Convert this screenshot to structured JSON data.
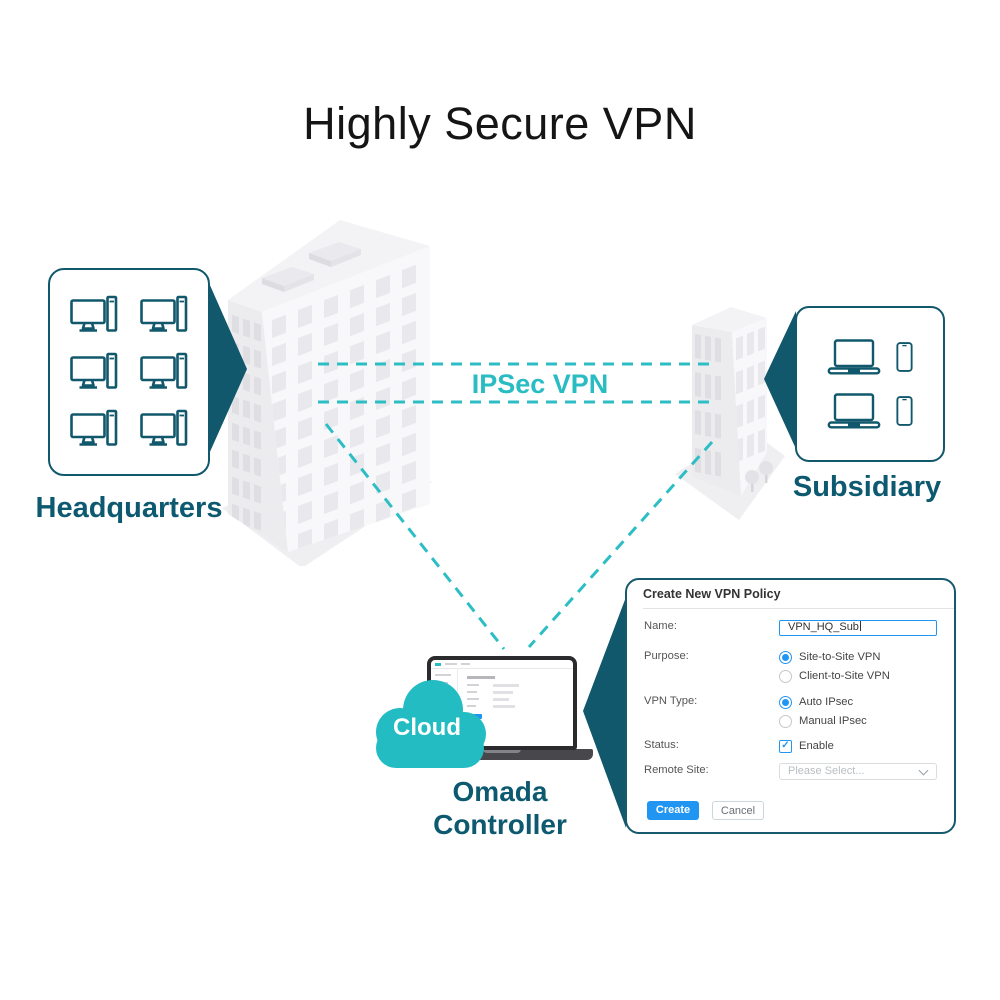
{
  "title": "Highly Secure VPN",
  "colors": {
    "accent_teal": "#23bcc3",
    "dark_teal": "#11586c",
    "form_blue": "#2095f2"
  },
  "headquarters": {
    "label": "Headquarters",
    "device_icon": "desktop-computer-icon",
    "device_count": 6
  },
  "subsidiary": {
    "label": "Subsidiary",
    "device_icons": [
      "laptop-icon",
      "smartphone-icon"
    ],
    "laptop_count": 2,
    "phone_count": 2
  },
  "vpn_link": {
    "label": "IPSec VPN",
    "style": "dashed-teal"
  },
  "controller": {
    "cloud_label": "Cloud",
    "name_line1": "Omada",
    "name_line2": "Controller"
  },
  "dialog": {
    "title": "Create New VPN Policy",
    "name": {
      "label": "Name:",
      "value": "VPN_HQ_Sub"
    },
    "purpose": {
      "label": "Purpose:",
      "options": [
        {
          "label": "Site-to-Site VPN",
          "selected": true
        },
        {
          "label": "Client-to-Site VPN",
          "selected": false
        }
      ]
    },
    "vpn_type": {
      "label": "VPN Type:",
      "options": [
        {
          "label": "Auto IPsec",
          "selected": true
        },
        {
          "label": "Manual IPsec",
          "selected": false
        }
      ]
    },
    "status": {
      "label": "Status:",
      "checkbox_label": "Enable",
      "checked": true,
      "check_glyph": "✓"
    },
    "remote_site": {
      "label": "Remote Site:",
      "placeholder": "Please Select..."
    },
    "buttons": {
      "create": "Create",
      "cancel": "Cancel"
    }
  }
}
